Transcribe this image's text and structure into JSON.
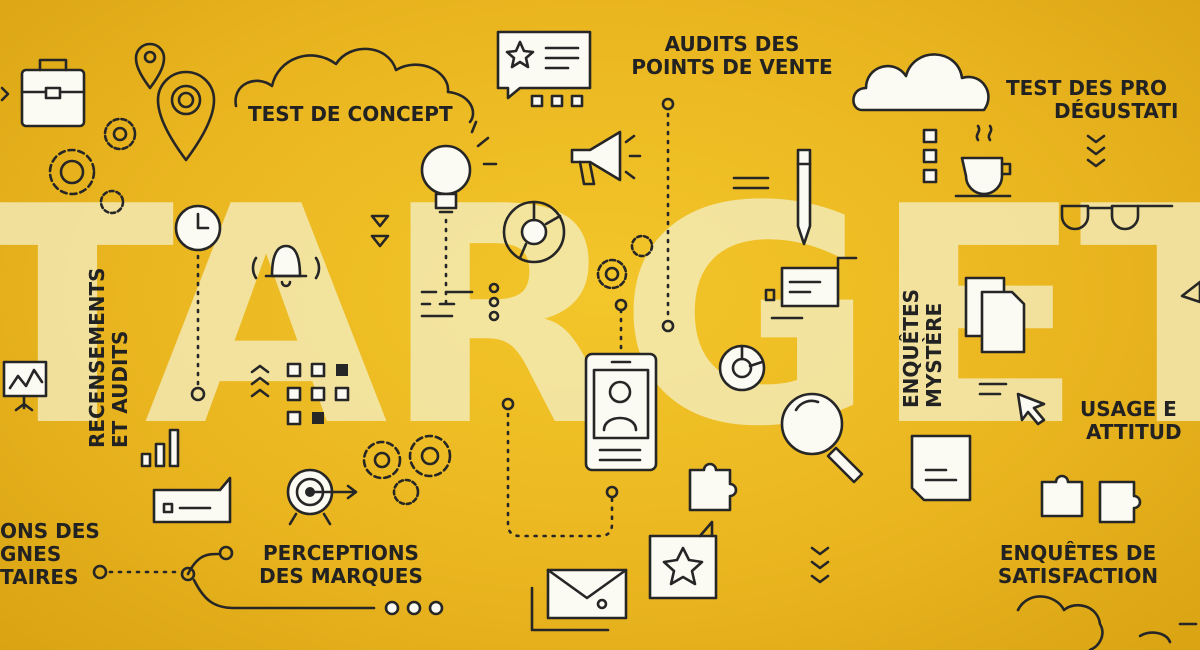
{
  "big_word": "TARGET",
  "labels": {
    "test_concept": "TEST DE CONCEPT",
    "audits_pdv": [
      "AUDITS DES",
      "POINTS DE VENTE"
    ],
    "test_produits": [
      "TEST DES PRO",
      "DÉGUSTATI"
    ],
    "recensements": [
      "RECENSEMENTS",
      "ET AUDITS"
    ],
    "enquetes_mystere": [
      "ENQUÊTES",
      "MYSTÈRE"
    ],
    "usage": [
      "USAGE E",
      "ATTITUD"
    ],
    "campagnes": [
      "ONS DES",
      "GNES",
      "TAIRES"
    ],
    "perceptions": [
      "PERCEPTIONS",
      "DES MARQUES"
    ],
    "satisfaction": [
      "ENQUÊTES DE",
      "SATISFACTION"
    ]
  },
  "colors": {
    "background": "#eab620",
    "ink": "#262626",
    "paper": "#fbfaf3",
    "big_letters": "#f4eec0"
  },
  "icons": [
    "briefcase-icon",
    "map-pin-icon",
    "gear-icon",
    "cloud-icon",
    "review-card-icon",
    "light-bulb-icon",
    "megaphone-icon",
    "pencil-icon",
    "coffee-cup-icon",
    "glasses-icon",
    "clock-icon",
    "bell-icon",
    "pie-chart-icon",
    "smartphone-icon",
    "documents-icon",
    "cursor-icon",
    "magnifier-icon",
    "puzzle-icon",
    "target-icon",
    "envelope-icon",
    "star-bubble-icon",
    "bar-chart-icon",
    "presentation-icon",
    "note-card-icon"
  ]
}
